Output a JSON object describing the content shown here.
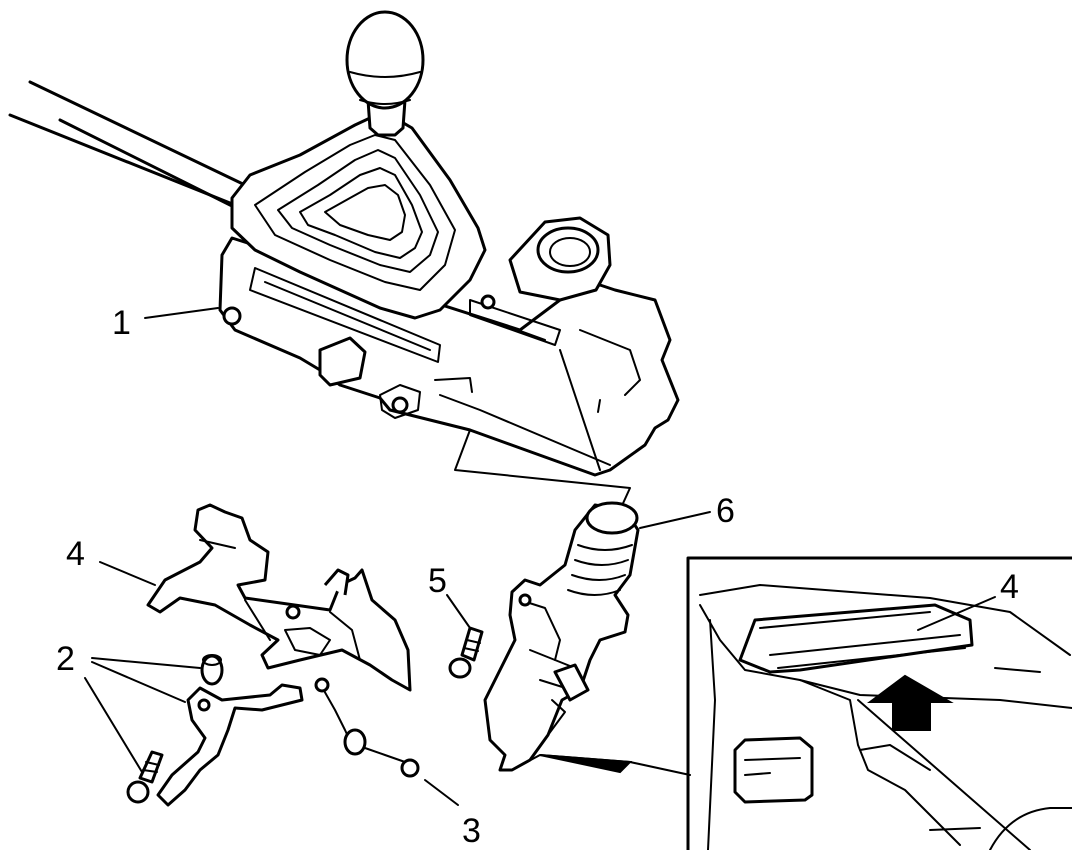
{
  "callouts": {
    "c1": "1",
    "c2": "2",
    "c3": "3",
    "c4": "4",
    "c5": "5",
    "c6": "6",
    "c4_inset": "4"
  },
  "colors": {
    "ink": "#000000",
    "paper": "#ffffff"
  }
}
